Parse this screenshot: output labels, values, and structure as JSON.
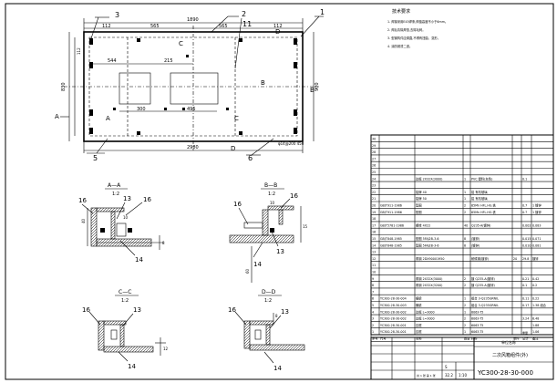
{
  "balloons": {
    "b1": "1",
    "b2": "2",
    "b3": "3",
    "b5": "5",
    "b6": "6",
    "b11": "11",
    "b13a": "13",
    "b14a": "14",
    "b16a": "16",
    "b16b": "16",
    "b13b": "13",
    "b14b": "14",
    "b16c": "16",
    "b16d": "16",
    "b16e": "16",
    "b13c": "13",
    "b14c": "14",
    "b16f": "16",
    "b13d": "13",
    "b14d": "14"
  },
  "plan": {
    "dims_top": [
      "112",
      "565",
      "565",
      "112"
    ],
    "dim_overall_top": "1890",
    "dim_inner_1": "544",
    "dim_inner_2": "215",
    "dim_inner_3": "300",
    "dim_inner_4": "495",
    "dim_bottom": "2980",
    "dim_right": "900",
    "dim_left": "830",
    "note_bottom_right": "φ14@200 450",
    "section_marks": [
      "A",
      "A",
      "B",
      "B",
      "C",
      "C",
      "D",
      "D"
    ]
  },
  "sections": [
    {
      "title": "A—A",
      "scale": "1:2"
    },
    {
      "title": "B—B",
      "scale": "1:2"
    },
    {
      "title": "C—C",
      "scale": "1:2"
    },
    {
      "title": "D—D",
      "scale": "1:2"
    }
  ],
  "section_dims": {
    "a_left": "40",
    "a_mid": "10",
    "a_right": "8",
    "b_left": "60",
    "b_top": "10",
    "b_right": "15",
    "c_right": "12",
    "d_top": "8"
  },
  "notes": {
    "title": "技术要求",
    "lines": [
      "1. 焊接采用E43焊条,焊缝高度不小于6mm。",
      "2. 焊后清除焊渣,去除毛刺。",
      "3. 型钢构件应调直,不得有扭曲、变形。",
      "4. 涂防锈漆二道。"
    ]
  },
  "bom": {
    "rows": [
      {
        "no": "30",
        "code": "",
        "name": "",
        "qty": "",
        "mat": "",
        "w1": "",
        "w2": "",
        "rem": ""
      },
      {
        "no": "29",
        "code": "",
        "name": "",
        "qty": "",
        "mat": "",
        "w1": "",
        "w2": "",
        "rem": ""
      },
      {
        "no": "28",
        "code": "",
        "name": "",
        "qty": "",
        "mat": "",
        "w1": "",
        "w2": "",
        "rem": ""
      },
      {
        "no": "27",
        "code": "",
        "name": "",
        "qty": "",
        "mat": "",
        "w1": "",
        "w2": "",
        "rem": ""
      },
      {
        "no": "26",
        "code": "",
        "name": "",
        "qty": "",
        "mat": "",
        "w1": "",
        "w2": "",
        "rem": ""
      },
      {
        "no": "25",
        "code": "",
        "name": "",
        "qty": "",
        "mat": "",
        "w1": "",
        "w2": "",
        "rem": ""
      },
      {
        "no": "24",
        "code": "",
        "name": "边框 2X32X(3000)",
        "qty": "1",
        "mat": "PVC 塑料(灰色)",
        "w1": "",
        "w2": "0.1",
        "rem": ""
      },
      {
        "no": "23",
        "code": "",
        "name": "",
        "qty": "",
        "mat": "",
        "w1": "",
        "w2": "",
        "rem": ""
      },
      {
        "no": "22",
        "code": "",
        "name": "铭牌 40",
        "qty": "1",
        "mat": "铝 有机玻璃",
        "w1": "",
        "w2": "",
        "rem": ""
      },
      {
        "no": "21",
        "code": "",
        "name": "铭牌 50",
        "qty": "1",
        "mat": "铝 有机玻璃",
        "w1": "",
        "w2": "",
        "rem": ""
      },
      {
        "no": "20",
        "code": "GB/T911-1986",
        "name": "垫圈",
        "qty": "2",
        "mat": "65Mn HFL.HG.铁",
        "w1": "",
        "w2": "0.7",
        "rem": "1 镀锌"
      },
      {
        "no": "19",
        "code": "GB/T911-1986",
        "name": "垫圈",
        "qty": "2",
        "mat": "65Mn HFL.HG.铁",
        "w1": "",
        "w2": "0.7",
        "rem": "1 镀锌"
      },
      {
        "no": "18",
        "code": "",
        "name": "",
        "qty": "",
        "mat": "",
        "w1": "",
        "w2": "",
        "rem": ""
      },
      {
        "no": "17",
        "code": "GB/T5781-1986",
        "name": "螺栓 4X22",
        "qty": "40",
        "mat": "Q235-A(镀锌)",
        "w1": "",
        "w2": "0.002",
        "rem": "0.083"
      },
      {
        "no": "16",
        "code": "",
        "name": "",
        "qty": "",
        "mat": "",
        "w1": "",
        "w2": "",
        "rem": ""
      },
      {
        "no": "15",
        "code": "GB/T848-1985",
        "name": "垫圈 5FAJ2B-3-6",
        "qty": "8",
        "mat": "(镀锌)",
        "w1": "",
        "w2": "0.015",
        "rem": "0.071"
      },
      {
        "no": "14",
        "code": "GB/T848-1985",
        "name": "垫圈 5FAJ2B-3-6",
        "qty": "8",
        "mat": "(镀锌)",
        "w1": "",
        "w2": "0.010",
        "rem": "0.081"
      },
      {
        "no": "13",
        "code": "",
        "name": "",
        "qty": "",
        "mat": "",
        "w1": "",
        "w2": "",
        "rem": ""
      },
      {
        "no": "12",
        "code": "",
        "name": "角钢 2DX900X1950",
        "qty": "",
        "mat": "耐候钢(镀锌)",
        "w1": "20",
        "w2": "29.8",
        "rem": "镀锌"
      },
      {
        "no": "11",
        "code": "",
        "name": "",
        "qty": "",
        "mat": "",
        "w1": "",
        "w2": "",
        "rem": ""
      },
      {
        "no": "10",
        "code": "",
        "name": "",
        "qty": "",
        "mat": "",
        "w1": "",
        "w2": "",
        "rem": ""
      },
      {
        "no": "9",
        "code": "",
        "name": "角钢 2X32X(3000)",
        "qty": "2",
        "mat": "镀 Q235-A(镀锌)",
        "w1": "",
        "w2": "0.21",
        "rem": "0.42"
      },
      {
        "no": "8",
        "code": "",
        "name": "角钢 2X32X(3200)",
        "qty": "2",
        "mat": "镀 Q235-A(镀锌)",
        "w1": "",
        "w2": "0.1",
        "rem": "0.2"
      },
      {
        "no": "7",
        "code": "",
        "name": "",
        "qty": "",
        "mat": "",
        "w1": "",
        "w2": "",
        "rem": ""
      },
      {
        "no": "6",
        "code": "YC300-28-30-004",
        "name": "横梁",
        "qty": "1",
        "mat": "组合 3-Q235GRNIL",
        "w1": "",
        "w2": "0.11",
        "rem": "0.22"
      },
      {
        "no": "5",
        "code": "YC300-28-30-003",
        "name": "横梁",
        "qty": "2",
        "mat": "组合 3-Q235GRNIL",
        "w1": "",
        "w2": "0.17",
        "rem": "1.38 组合"
      },
      {
        "no": "4",
        "code": "YC300-28-30-002",
        "name": "边框 L=3000",
        "qty": "1",
        "mat": "6063-T5",
        "w1": "",
        "w2": "",
        "rem": ""
      },
      {
        "no": "3",
        "code": "YC300-28-30-002",
        "name": "边框 L=3000",
        "qty": "2",
        "mat": "6063-T5",
        "w1": "",
        "w2": "3.24",
        "rem": "6.48"
      },
      {
        "no": "2",
        "code": "YC300-28-30-001",
        "name": "边框",
        "qty": "2",
        "mat": "6063-T5",
        "w1": "",
        "w2": "",
        "rem": "1.88"
      },
      {
        "no": "1",
        "code": "YC300-28-30-001",
        "name": "边框",
        "qty": "1",
        "mat": "6063-T5",
        "w1": "",
        "w2": "",
        "rem": "1.06"
      }
    ],
    "header": [
      "序号",
      "代号",
      "名称",
      "数量",
      "材料",
      "单件",
      "总计",
      "备注"
    ],
    "unit_label": "重量"
  },
  "title_block": {
    "title": "二次风箱组件(外)",
    "drawing_no": "YC300-28-30-000",
    "stage": "S",
    "weight": "32.2",
    "scale": "1:10",
    "sheet": "共 1 张 第 1 张",
    "company": "单位名称"
  }
}
